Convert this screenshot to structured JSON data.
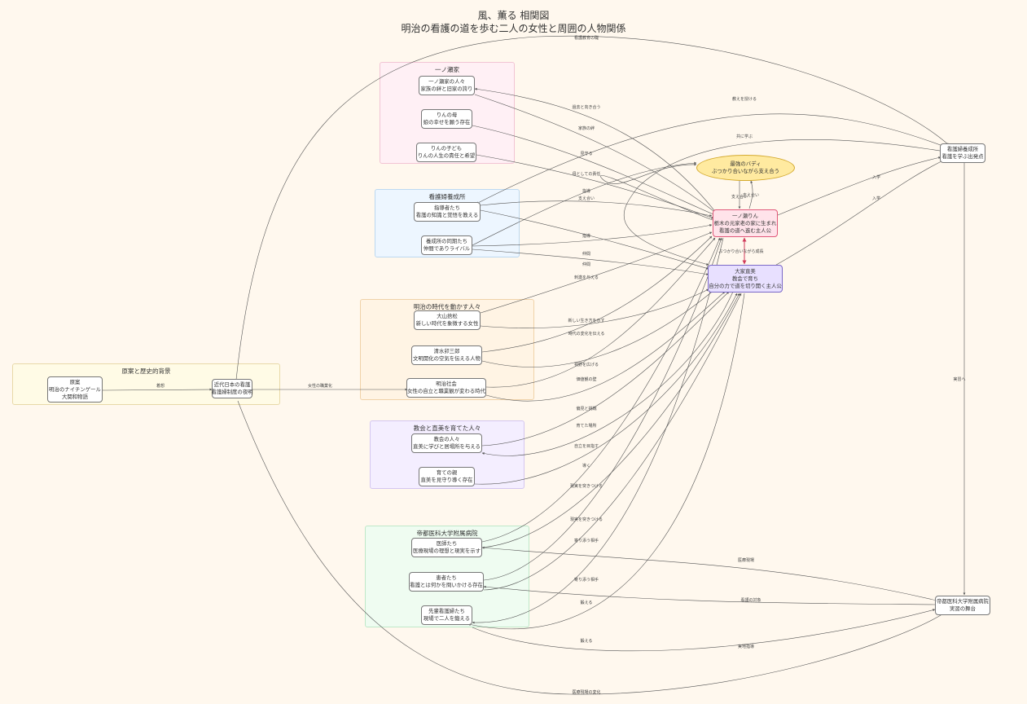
{
  "title": {
    "main": "風、薫る 相関図",
    "sub": "明治の看護の道を歩む二人の女性と周囲の人物関係"
  },
  "groups": [
    {
      "id": "g_bg",
      "label": "原案と歴史的背景"
    },
    {
      "id": "g_ichi",
      "label": "一ノ瀬家"
    },
    {
      "id": "g_kango",
      "label": "看護婦養成所"
    },
    {
      "id": "g_meiji",
      "label": "明治の時代を動かす人々"
    },
    {
      "id": "g_church",
      "label": "教会と直美を育てた人々"
    },
    {
      "id": "g_hosp",
      "label": "帝都医科大学附属病院"
    }
  ],
  "nodes": [
    {
      "id": "gensaku",
      "lines": [
        "原案",
        "明治のナイチンゲール",
        "大関和物語"
      ]
    },
    {
      "id": "kindai",
      "lines": [
        "近代日本の看護",
        "看護婦制度の夜明"
      ]
    },
    {
      "id": "ichinose_fam",
      "lines": [
        "一ノ瀬家の人々",
        "家族の絆と旧家の誇り"
      ]
    },
    {
      "id": "rin_mother",
      "lines": [
        "りんの母",
        "娘の幸せを願う存在"
      ]
    },
    {
      "id": "rin_child",
      "lines": [
        "りんの子ども",
        "りんの人生の責任と希望"
      ]
    },
    {
      "id": "shidousha",
      "lines": [
        "指導者たち",
        "看護の知識と覚悟を教える"
      ]
    },
    {
      "id": "doki",
      "lines": [
        "養成所の同期たち",
        "仲間でありライバル"
      ]
    },
    {
      "id": "oyama",
      "lines": [
        "大山捨松",
        "新しい時代を象徴する女性"
      ]
    },
    {
      "id": "shimizu",
      "lines": [
        "清水卯三郎",
        "文明開化の空気を伝える人物"
      ]
    },
    {
      "id": "meiji_shakai",
      "lines": [
        "明治社会",
        "女性の自立と職業観が変わる時代"
      ]
    },
    {
      "id": "church_people",
      "lines": [
        "教会の人々",
        "直美に学びと居場所を与える"
      ]
    },
    {
      "id": "sodate_oya",
      "lines": [
        "育ての親",
        "直美を見守り導く存在"
      ]
    },
    {
      "id": "ishi",
      "lines": [
        "医師たち",
        "医療現場の理想と現実を示す"
      ]
    },
    {
      "id": "kanja",
      "lines": [
        "患者たち",
        "看護とは何かを問いかける存在"
      ]
    },
    {
      "id": "senpai",
      "lines": [
        "先輩看護婦たち",
        "現場で二人を鍛える"
      ]
    },
    {
      "id": "buddy",
      "lines": [
        "最強のバディ",
        "ぶつかり合いながら支え合う"
      ]
    },
    {
      "id": "rin",
      "lines": [
        "一ノ瀬りん",
        "栃木の元家老の家に生まれ",
        "看護の道へ進む主人公"
      ]
    },
    {
      "id": "naomi",
      "lines": [
        "大家直美",
        "教会で育ち",
        "自分の力で道を切り開く主人公"
      ]
    },
    {
      "id": "yoseijo",
      "lines": [
        "看護婦養成所",
        "看護を学ぶ出発点"
      ]
    },
    {
      "id": "teito_hosp",
      "lines": [
        "帝都医科大学附属病院",
        "実習の舞台"
      ]
    }
  ],
  "edge_labels": {
    "e1": "看護教育の礎",
    "e2": "着想",
    "e3": "女性の職業化",
    "e4": "過去と向き合う",
    "e5": "家族の絆",
    "e6": "見守る",
    "e7": "母としての責任",
    "e8": "教えを授ける",
    "e9": "共に学ぶ",
    "e10": "指導",
    "e11": "支え合い",
    "e12": "指導",
    "e13": "仲間",
    "e14": "仲間",
    "e15": "刺激を与える",
    "e16": "新しい生き方を示す",
    "e17": "時代の変化を伝える",
    "e18": "視野を広げる",
    "e19": "価値観の壁",
    "e20": "偏見と挑戦",
    "e21": "育てた場所",
    "e22": "自立を目指す",
    "e23": "導く",
    "e24": "現実を突きつける",
    "e25": "現実を突きつける",
    "e26": "寄り添う相手",
    "e27": "寄り添う相手",
    "e28": "鍛える",
    "e29": "鍛える",
    "e30": "医療現場",
    "e31": "看護の対象",
    "e32": "実地指導",
    "e33": "医療現場の変化",
    "e34": "入学",
    "e35": "入学",
    "e36": "実習へ",
    "e37": "ぶつかり合いながら成長",
    "e38": "支え合い",
    "e39": "支え合い"
  },
  "colors": {
    "background": "#fff8ee",
    "rin_fill": "#ffe3ea",
    "rin_border": "#e0587a",
    "naomi_fill": "#e8e0ff",
    "naomi_border": "#7a68c8",
    "buddy_fill": "#ffeaa0",
    "buddy_border": "#d4aa30"
  }
}
